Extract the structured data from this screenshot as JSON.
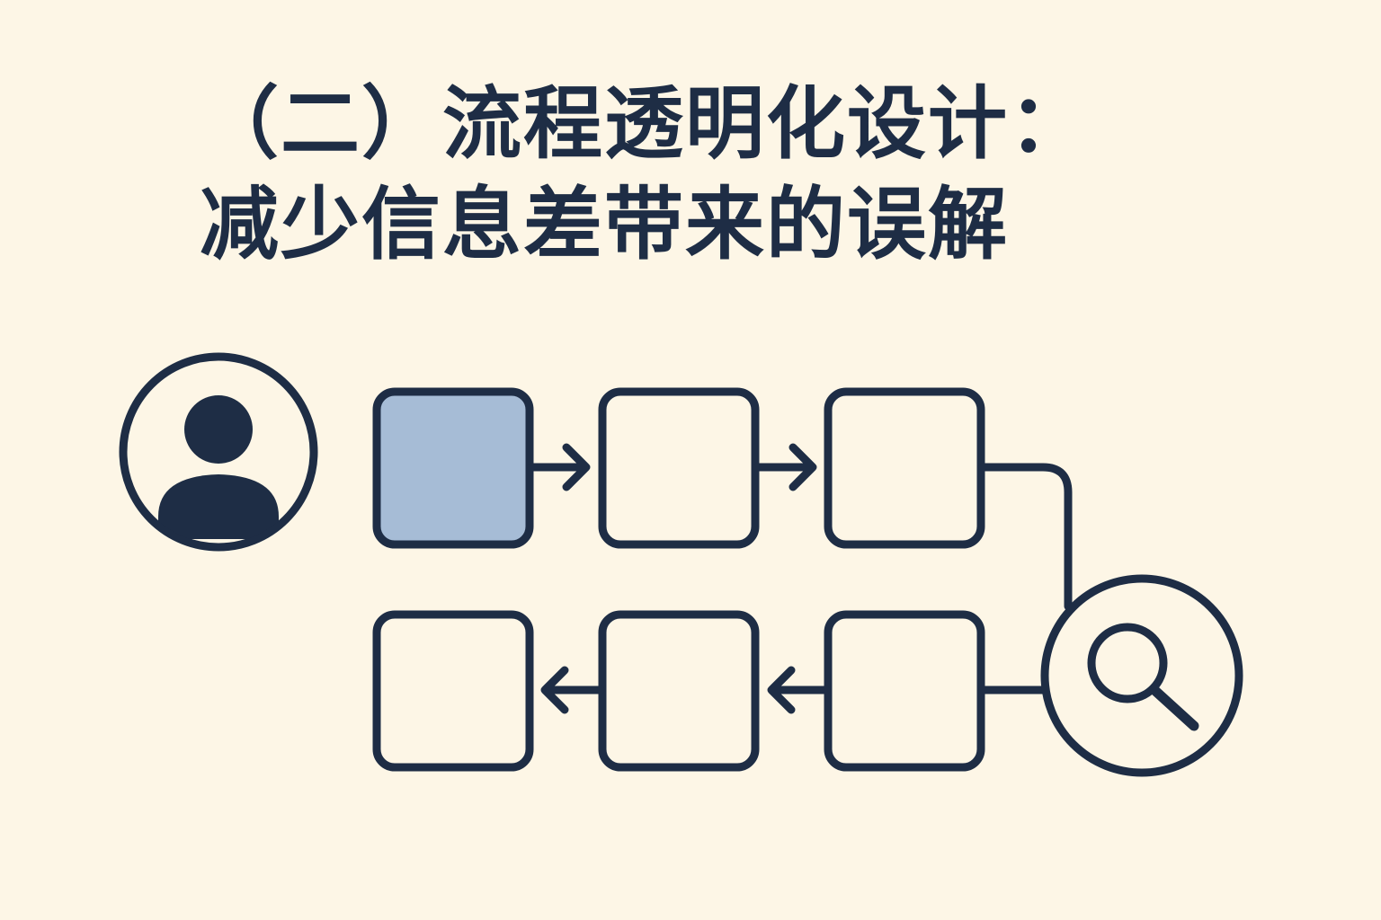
{
  "title": {
    "line1": "（二）流程透明化设计：",
    "line2": "减少信息差带来的误解"
  },
  "colors": {
    "background": "#fdf6e6",
    "stroke": "#1e2d45",
    "highlight_fill": "#a6bcd6"
  },
  "diagram": {
    "icons": [
      "user-icon",
      "search-icon"
    ],
    "steps_top": 3,
    "steps_bottom": 3,
    "highlighted_step": 1
  }
}
